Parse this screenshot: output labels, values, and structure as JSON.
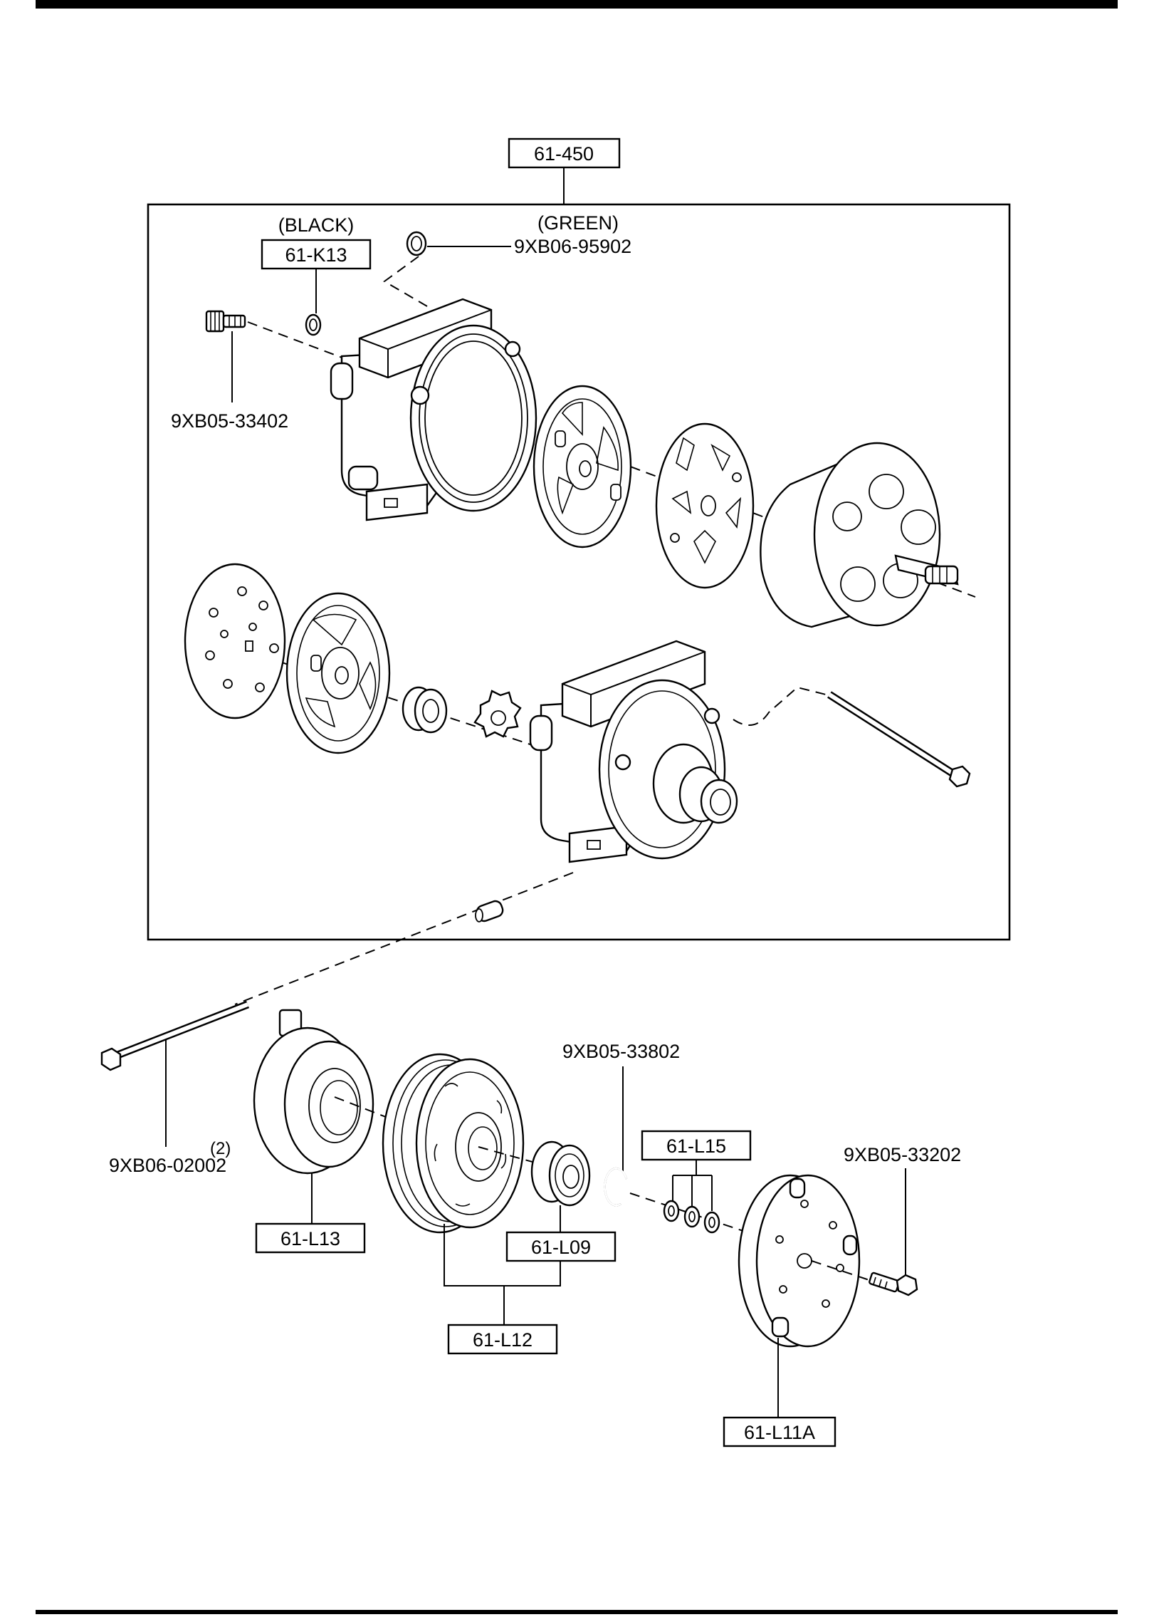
{
  "diagram": {
    "labels": {
      "main_assembly": "61-450",
      "black_note": "(BLACK)",
      "k13": "61-K13",
      "green_note": "(GREEN)",
      "oring_95902": "9XB06-95902",
      "plug_33402": "9XB05-33402",
      "bolt_02002": "9XB06-02002",
      "bolt_qty": "(2)",
      "snap_33802": "9XB05-33802",
      "bolt_33202": "9XB05-33202",
      "l13": "61-L13",
      "l12": "61-L12",
      "l09": "61-L09",
      "l15": "61-L15",
      "l11a": "61-L11A"
    }
  }
}
